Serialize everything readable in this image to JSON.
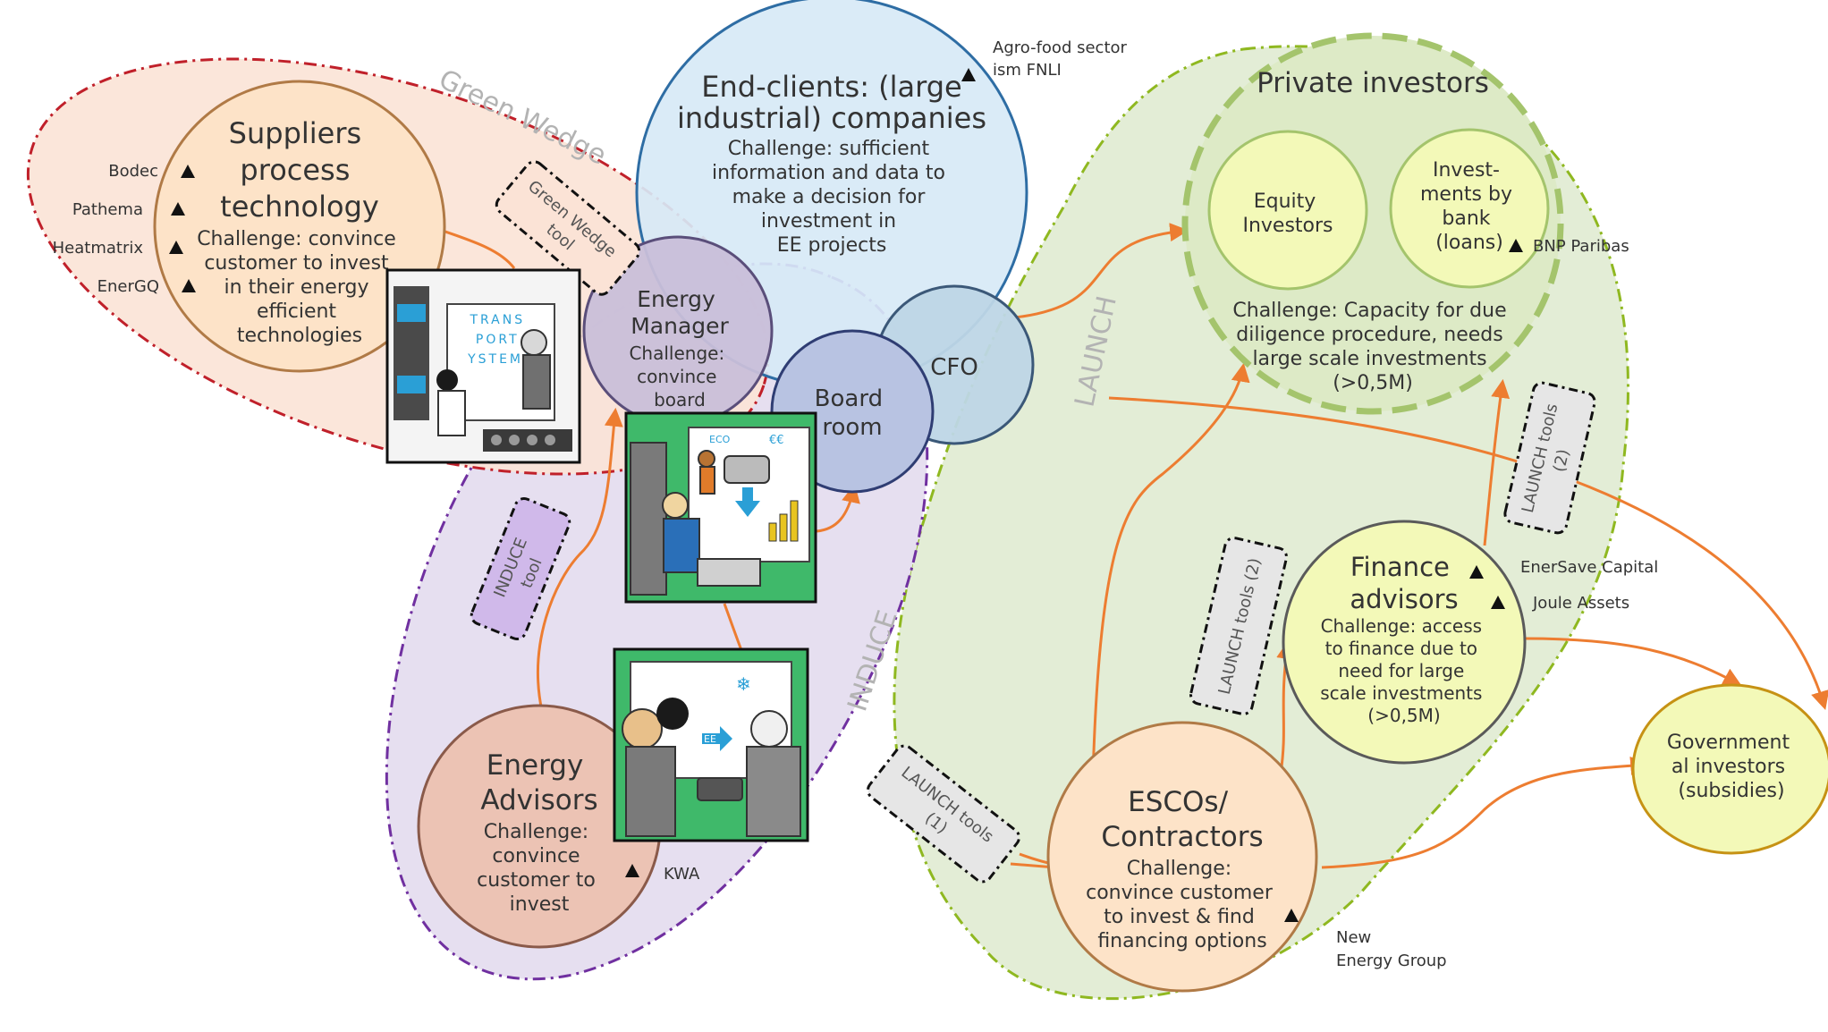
{
  "zones": {
    "green_wedge": "Green Wedge",
    "induce": "INDUCE",
    "launch": "LAUNCH"
  },
  "suppliers": {
    "title": [
      "Suppliers",
      "process",
      "technology"
    ],
    "challenge": [
      "Challenge: convince",
      "customer to invest",
      "in their energy",
      "efficient",
      "technologies"
    ],
    "companies": [
      "Bodec",
      "Pathema",
      "Heatmatrix",
      "EnerGQ"
    ]
  },
  "end_clients": {
    "title": [
      "End-clients: (large",
      "industrial) companies"
    ],
    "challenge": [
      "Challenge: sufficient",
      "information and data to",
      "make a decision for",
      "investment in",
      "EE projects"
    ],
    "companies": [
      "Agro-food sector",
      "ism FNLI"
    ]
  },
  "energy_manager": {
    "title": [
      "Energy",
      "Manager"
    ],
    "challenge": [
      "Challenge:",
      "convince",
      "board"
    ]
  },
  "board_room": {
    "title": [
      "Board",
      "room"
    ]
  },
  "cfo": {
    "title": "CFO"
  },
  "private_investors": {
    "title": "Private investors",
    "challenge": [
      "Challenge: Capacity for due",
      "diligence procedure, needs",
      "large scale investments",
      "(>0,5M)"
    ]
  },
  "equity_investors": {
    "title": [
      "Equity",
      "Investors"
    ]
  },
  "bank": {
    "title": [
      "Invest-",
      "ments by",
      "bank",
      "(loans)"
    ],
    "company": "BNP Paribas"
  },
  "finance_advisors": {
    "title": [
      "Finance",
      "advisors"
    ],
    "challenge": [
      "Challenge: access",
      "to finance due to",
      "need for large",
      "scale investments",
      "(>0,5M)"
    ],
    "companies": [
      "EnerSave Capital",
      "Joule Assets"
    ]
  },
  "escos": {
    "title": [
      "ESCOs/",
      "Contractors"
    ],
    "challenge": [
      "Challenge:",
      "convince customer",
      "to invest & find",
      "financing options"
    ],
    "company": [
      "New",
      "Energy Group"
    ]
  },
  "energy_advisors": {
    "title": [
      "Energy",
      "Advisors"
    ],
    "challenge": [
      "Challenge:",
      "convince",
      "customer to",
      "invest"
    ],
    "company": "KWA"
  },
  "government": {
    "title": [
      "Government",
      "al investors",
      "(subsidies)"
    ]
  },
  "tools": {
    "green_wedge_tool": [
      "Green Wedge",
      "tool"
    ],
    "induce_tool": [
      "INDUCE",
      "tool"
    ],
    "launch_tools_1": [
      "LAUNCH tools",
      "(1)"
    ],
    "launch_tools_2": [
      "LAUNCH tools (2)"
    ],
    "launch_tools_2b": [
      "LAUNCH tools",
      "(2)"
    ]
  },
  "illustrations": {
    "poster_text": [
      "TRANS",
      "PORT",
      "YSTEMS"
    ],
    "eco_label": "ECO",
    "euro_label": "€€",
    "ee_label": "EE"
  },
  "colors": {
    "green_wedge_fill": "#fbe3d6",
    "green_wedge_stroke": "#c0202a",
    "induce_fill": "#e6dff0",
    "induce_stroke": "#7030a0",
    "launch_fill": "#e3edd6",
    "launch_stroke": "#8fb820",
    "arrow": "#ed7d31",
    "orange_circle": "#fde3c8",
    "yellow_circle": "#f3f9b8",
    "blue_circle": "#d7e9f6"
  }
}
